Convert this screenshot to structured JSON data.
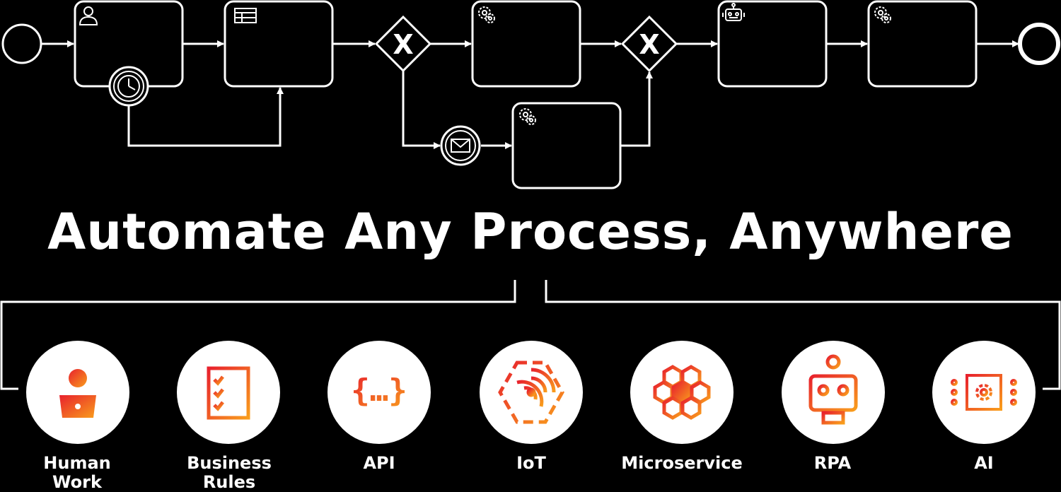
{
  "headline": "Automate Any Process, Anywhere",
  "gateway_symbol": "X",
  "capabilities": [
    {
      "label": "Human\nWork",
      "icon": "human-work-icon"
    },
    {
      "label": "Business\nRules",
      "icon": "business-rules-icon"
    },
    {
      "label": "API",
      "icon": "api-icon",
      "glyph": "{…}"
    },
    {
      "label": "IoT",
      "icon": "iot-icon"
    },
    {
      "label": "Microservice",
      "icon": "microservice-icon"
    },
    {
      "label": "RPA",
      "icon": "rpa-icon"
    },
    {
      "label": "AI",
      "icon": "ai-icon"
    }
  ],
  "colors": {
    "background": "#000000",
    "line": "#ffffff",
    "accent_start": "#e8212d",
    "accent_end": "#f99d1c"
  }
}
